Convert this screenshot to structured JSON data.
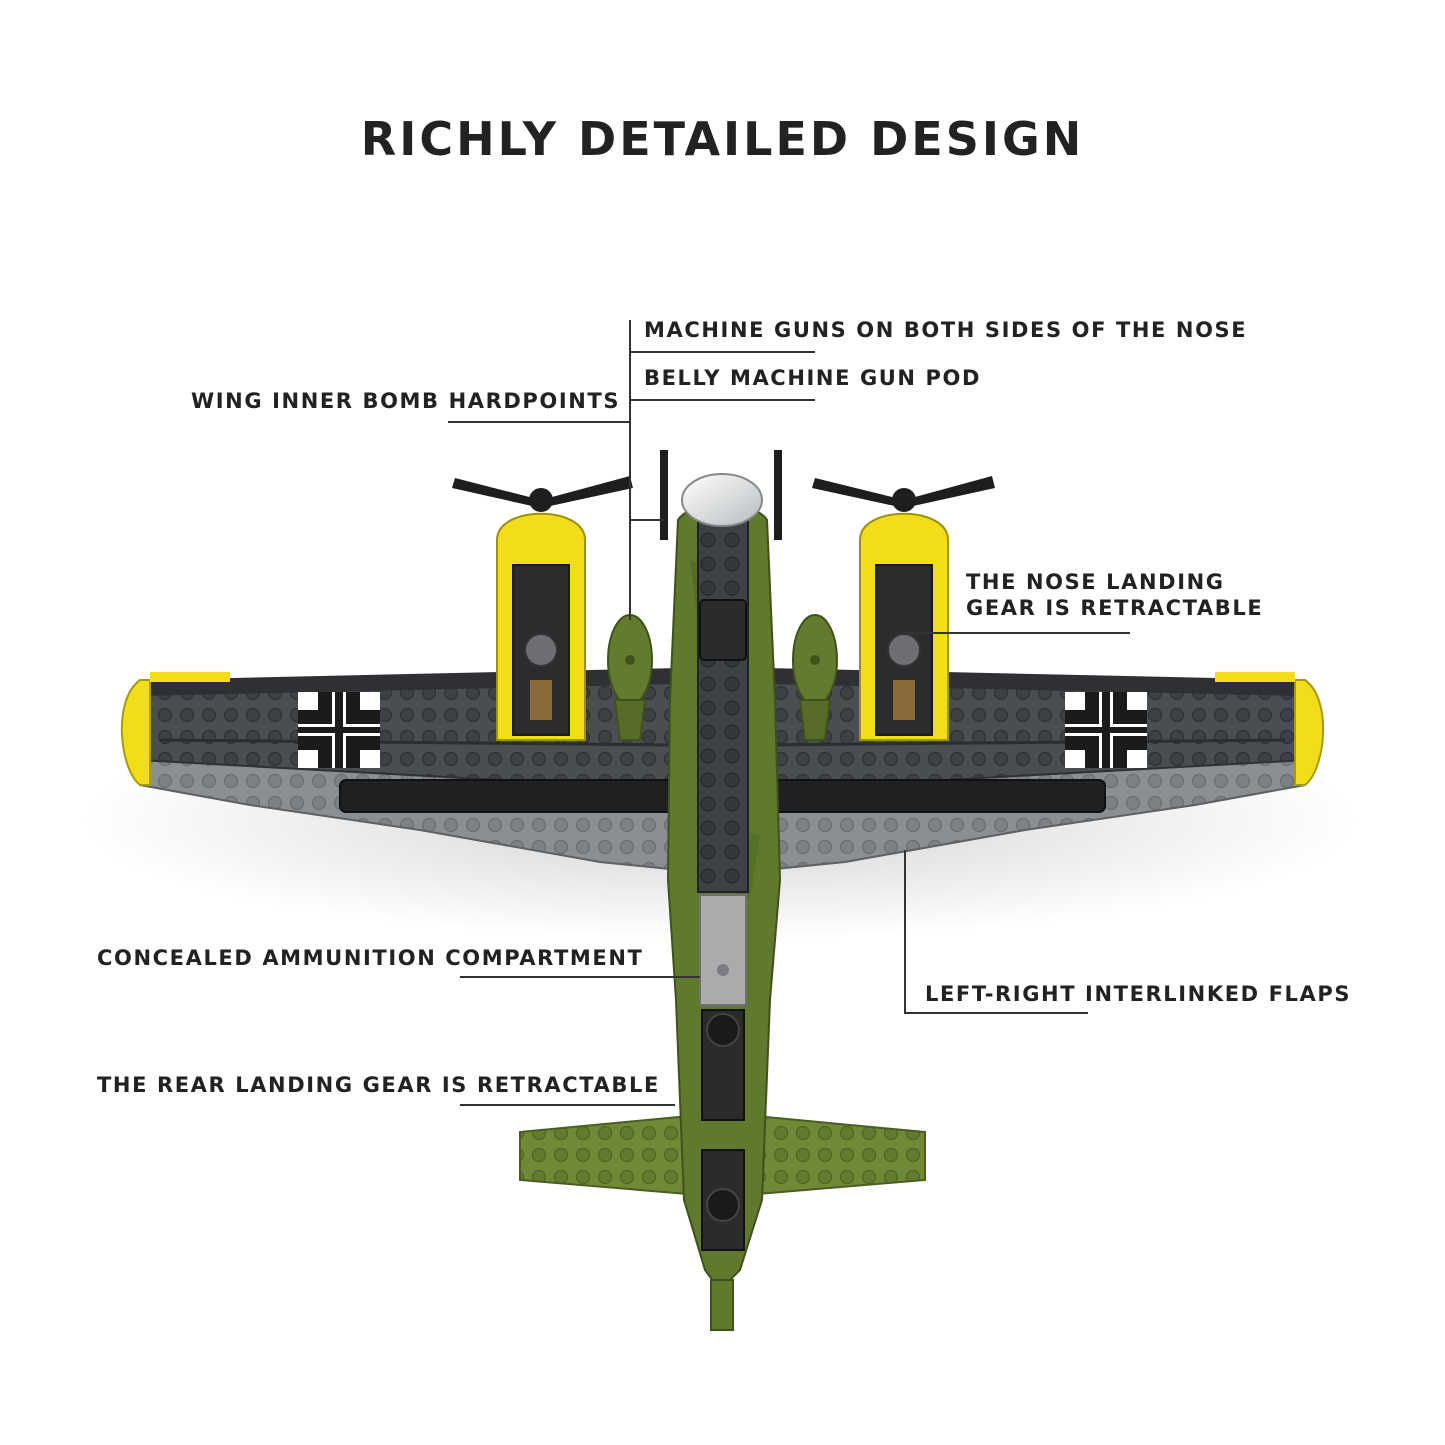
{
  "title": "RICHLY DETAILED DESIGN",
  "callouts": {
    "machine_guns_nose": "MACHINE GUNS ON BOTH SIDES OF THE NOSE",
    "belly_gun_pod": "BELLY MACHINE GUN POD",
    "wing_bomb_hardpoints": "WING INNER BOMB HARDPOINTS",
    "nose_gear_line1": "THE NOSE LANDING",
    "nose_gear_line2": "GEAR IS RETRACTABLE",
    "ammo_compartment": "CONCEALED AMMUNITION COMPARTMENT",
    "interlinked_flaps": "LEFT-RIGHT INTERLINKED FLAPS",
    "rear_gear": "THE REAR LANDING GEAR IS RETRACTABLE"
  },
  "colors": {
    "text": "#222222",
    "leader_line": "#333333",
    "fuselage_green": "#5f7a2c",
    "wing_dark_grey": "#4a4d51",
    "wing_light_grey": "#8c8f92",
    "nacelle_yellow": "#f2dd1b",
    "propeller_black": "#1e1e1e",
    "tail_green": "#6f8a36"
  },
  "icons": {
    "wing_marking": "balkenkreuz-cross"
  }
}
